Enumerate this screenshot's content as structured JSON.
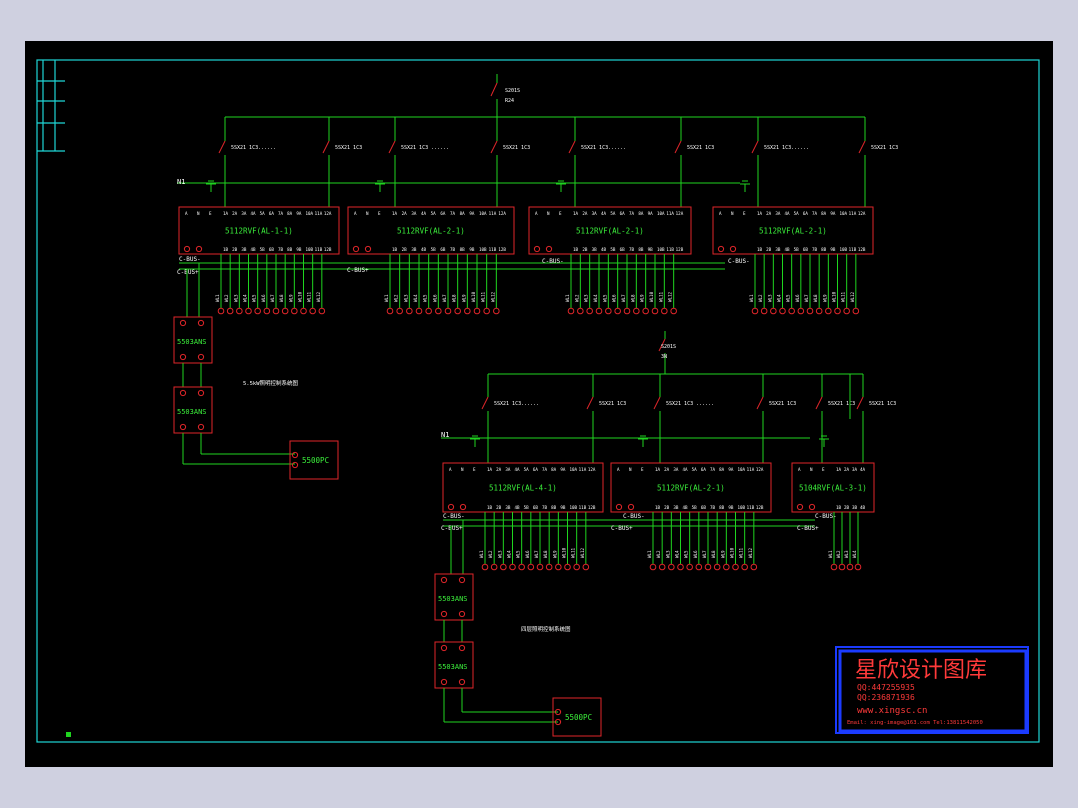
{
  "colors": {
    "background": "#000000",
    "wire": "#1fd51f",
    "device": "#e0262a",
    "frame": "#1fd6d6",
    "label": "#ffffff",
    "titleblock": "#1b3bff",
    "titletext": "#ff2a2a"
  },
  "top": {
    "main_breaker": [
      "S201S",
      "R24"
    ],
    "n_label": "N1",
    "bus_labels": {
      "minus": "C-BUS-",
      "plus": "C-BUS+"
    },
    "modules": [
      {
        "id": "m1",
        "label": "5112RVF(AL-1-1)"
      },
      {
        "id": "m2",
        "label": "5112RVF(AL-2-1)"
      },
      {
        "id": "m3",
        "label": "5112RVF(AL-2-1)"
      },
      {
        "id": "m4",
        "label": "5112RVF(AL-2-1)"
      }
    ],
    "breakers": [
      "5SX21 1C3......",
      "5SX21 1C3",
      "5SX21 1C3 ......",
      "5SX21 1C3",
      "5SX21 1C3......",
      "5SX21 1C3",
      "5SX21 1C3......",
      "5SX21 1C3"
    ],
    "converters": [
      "5503ANS",
      "5503ANS"
    ],
    "pc": "5500PC",
    "note": "5.5kW照明控制系统图"
  },
  "bottom": {
    "main_breaker": [
      "S201S",
      "3N"
    ],
    "n_label": "N1",
    "bus_labels": {
      "minus": "C-BUS-",
      "plus": "C-BUS+"
    },
    "modules": [
      {
        "id": "m5",
        "label": "5112RVF(AL-4-1)"
      },
      {
        "id": "m6",
        "label": "5112RVF(AL-2-1)"
      },
      {
        "id": "m7",
        "label": "5104RVF(AL-3-1)"
      }
    ],
    "breakers": [
      "5SX21 1C3......",
      "5SX21 1C3",
      "5SX21 1C3 ......",
      "5SX21 1C3",
      "5SX21 1C3",
      "5SX21 1C3"
    ],
    "converters": [
      "5503ANS",
      "5503ANS"
    ],
    "pc": "5500PC",
    "note": "四层照明控制系统图"
  },
  "watermark": {
    "title": "星欣设计图库",
    "qq1": "QQ:447255935",
    "qq2": "QQ:236871936",
    "url": "www.xingsc.cn",
    "email": "Email: xing-image@163.com  Tel:13811542050"
  }
}
